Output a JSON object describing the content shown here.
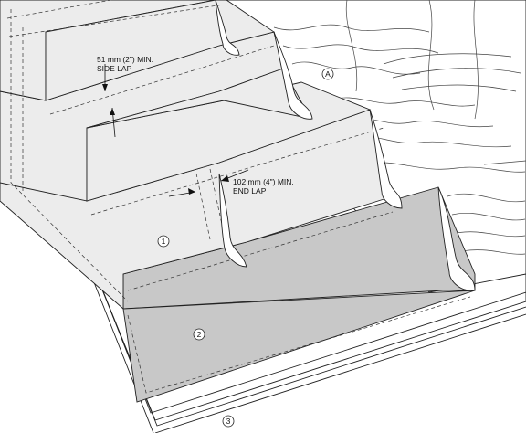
{
  "callouts": {
    "side_lap_line1": "51 mm (2\") MIN.",
    "side_lap_line2": "SIDE LAP",
    "end_lap_line1": "102 mm (4\") MIN.",
    "end_lap_line2": "END LAP"
  },
  "markers": {
    "a": "A",
    "one": "1",
    "two": "2",
    "three": "3"
  },
  "colors": {
    "starter_strip": "#c8c8c8",
    "felt_sheet": "#ececec",
    "line": "#222222"
  }
}
